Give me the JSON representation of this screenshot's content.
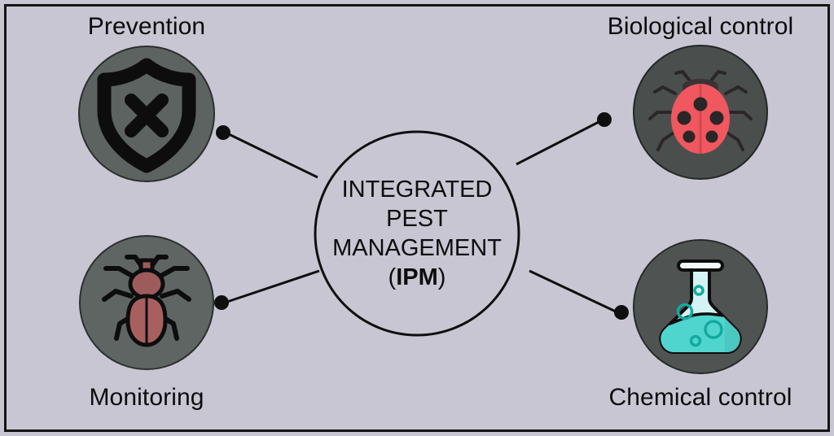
{
  "diagram": {
    "title": "Integrated Pest Management diagram",
    "background_color": "#c9c6d4",
    "border_color": "#141414",
    "center": {
      "line1": "INTEGRATED",
      "line2": "PEST",
      "line3": "MANAGEMENT",
      "line4_open": "(",
      "line4_abbr": "IPM",
      "line4_close": ")"
    },
    "nodes": [
      {
        "id": "prevention",
        "label": "Prevention",
        "icon": "shield-x-icon",
        "circle_color": "#5d6360",
        "icon_color": "#0d0d0d",
        "position": "top-left"
      },
      {
        "id": "biological-control",
        "label": "Biological control",
        "icon": "ladybug-icon",
        "circle_color": "#4a4f4d",
        "icon_color": "#f0575f",
        "position": "top-right"
      },
      {
        "id": "monitoring",
        "label": "Monitoring",
        "icon": "beetle-icon",
        "circle_color": "#5f6562",
        "icon_color": "#9e5b5b",
        "position": "bottom-left"
      },
      {
        "id": "chemical-control",
        "label": "Chemical control",
        "icon": "flask-icon",
        "circle_color": "#4f5453",
        "icon_color": "#4fd5ce",
        "position": "bottom-right"
      }
    ]
  }
}
